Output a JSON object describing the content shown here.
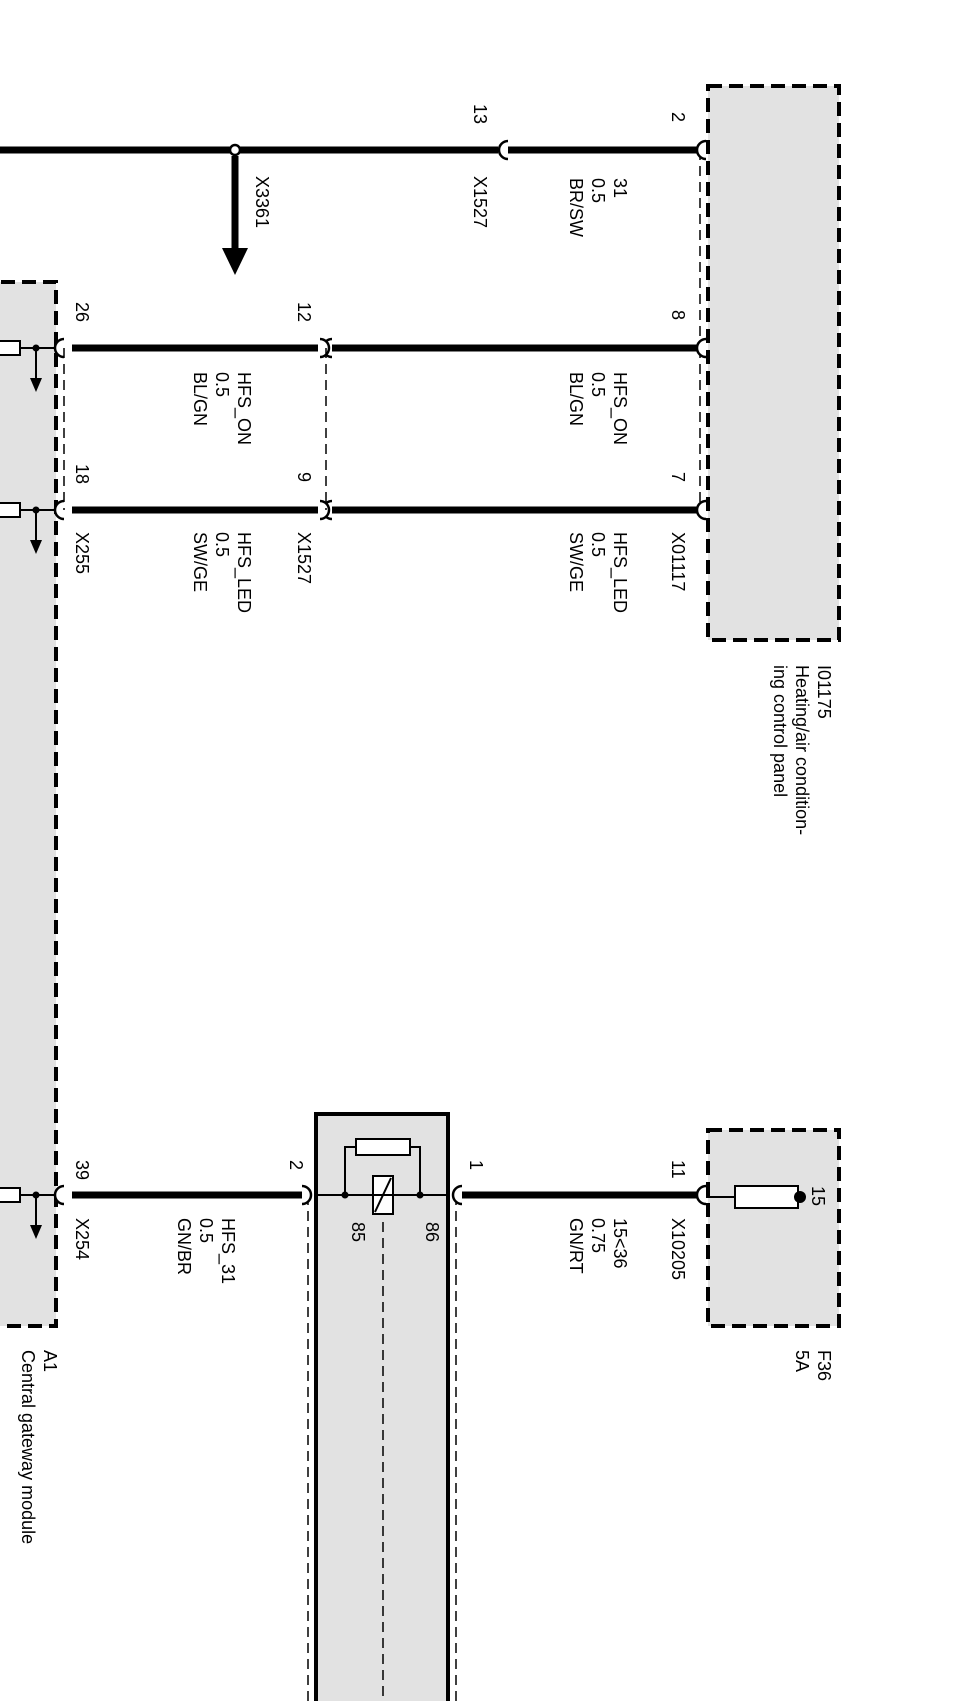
{
  "components": {
    "control_panel": {
      "id": "I01175",
      "name_line1": "Heating/air condition-",
      "name_line2": "ing control panel",
      "connector": "X01117"
    },
    "fuse": {
      "id": "F36",
      "rating": "5A",
      "terminal": "15",
      "connector": "X10205"
    },
    "module_a1": {
      "id": "A1",
      "name": "Central gateway module"
    }
  },
  "wires": {
    "ground": {
      "pin_top": "2",
      "pin_mid": "13",
      "connector_mid": "X1527",
      "signal": "31",
      "gauge": "0.5",
      "color": "BR/SW",
      "branch_connector": "X3361"
    },
    "hfs_on_upper": {
      "pin_top": "8",
      "signal": "HFS_ON",
      "gauge": "0.5",
      "color": "BL/GN"
    },
    "hfs_on_lower": {
      "pin_mid": "12",
      "pin_bottom": "26",
      "signal": "HFS_ON",
      "gauge": "0.5",
      "color": "BL/GN"
    },
    "hfs_led_upper": {
      "pin_top": "7",
      "signal": "HFS_LED",
      "gauge": "0.5",
      "color": "SW/GE",
      "connector_top": "X01117"
    },
    "hfs_led_lower": {
      "pin_mid": "9",
      "pin_bottom": "18",
      "connector_mid": "X1527",
      "signal": "HFS_LED",
      "gauge": "0.5",
      "color": "SW/GE",
      "connector_bottom": "X255"
    },
    "relay_supply": {
      "pin_top": "11",
      "pin_relay": "1",
      "signal": "15<36",
      "gauge": "0.75",
      "color": "GN/RT",
      "connector": "X10205"
    },
    "relay_output": {
      "pin_relay": "2",
      "pin_bottom": "39",
      "signal": "HFS_31",
      "gauge": "0.5",
      "color": "GN/BR",
      "connector": "X254"
    }
  },
  "relay": {
    "terminal_86": "86",
    "terminal_85": "85"
  }
}
